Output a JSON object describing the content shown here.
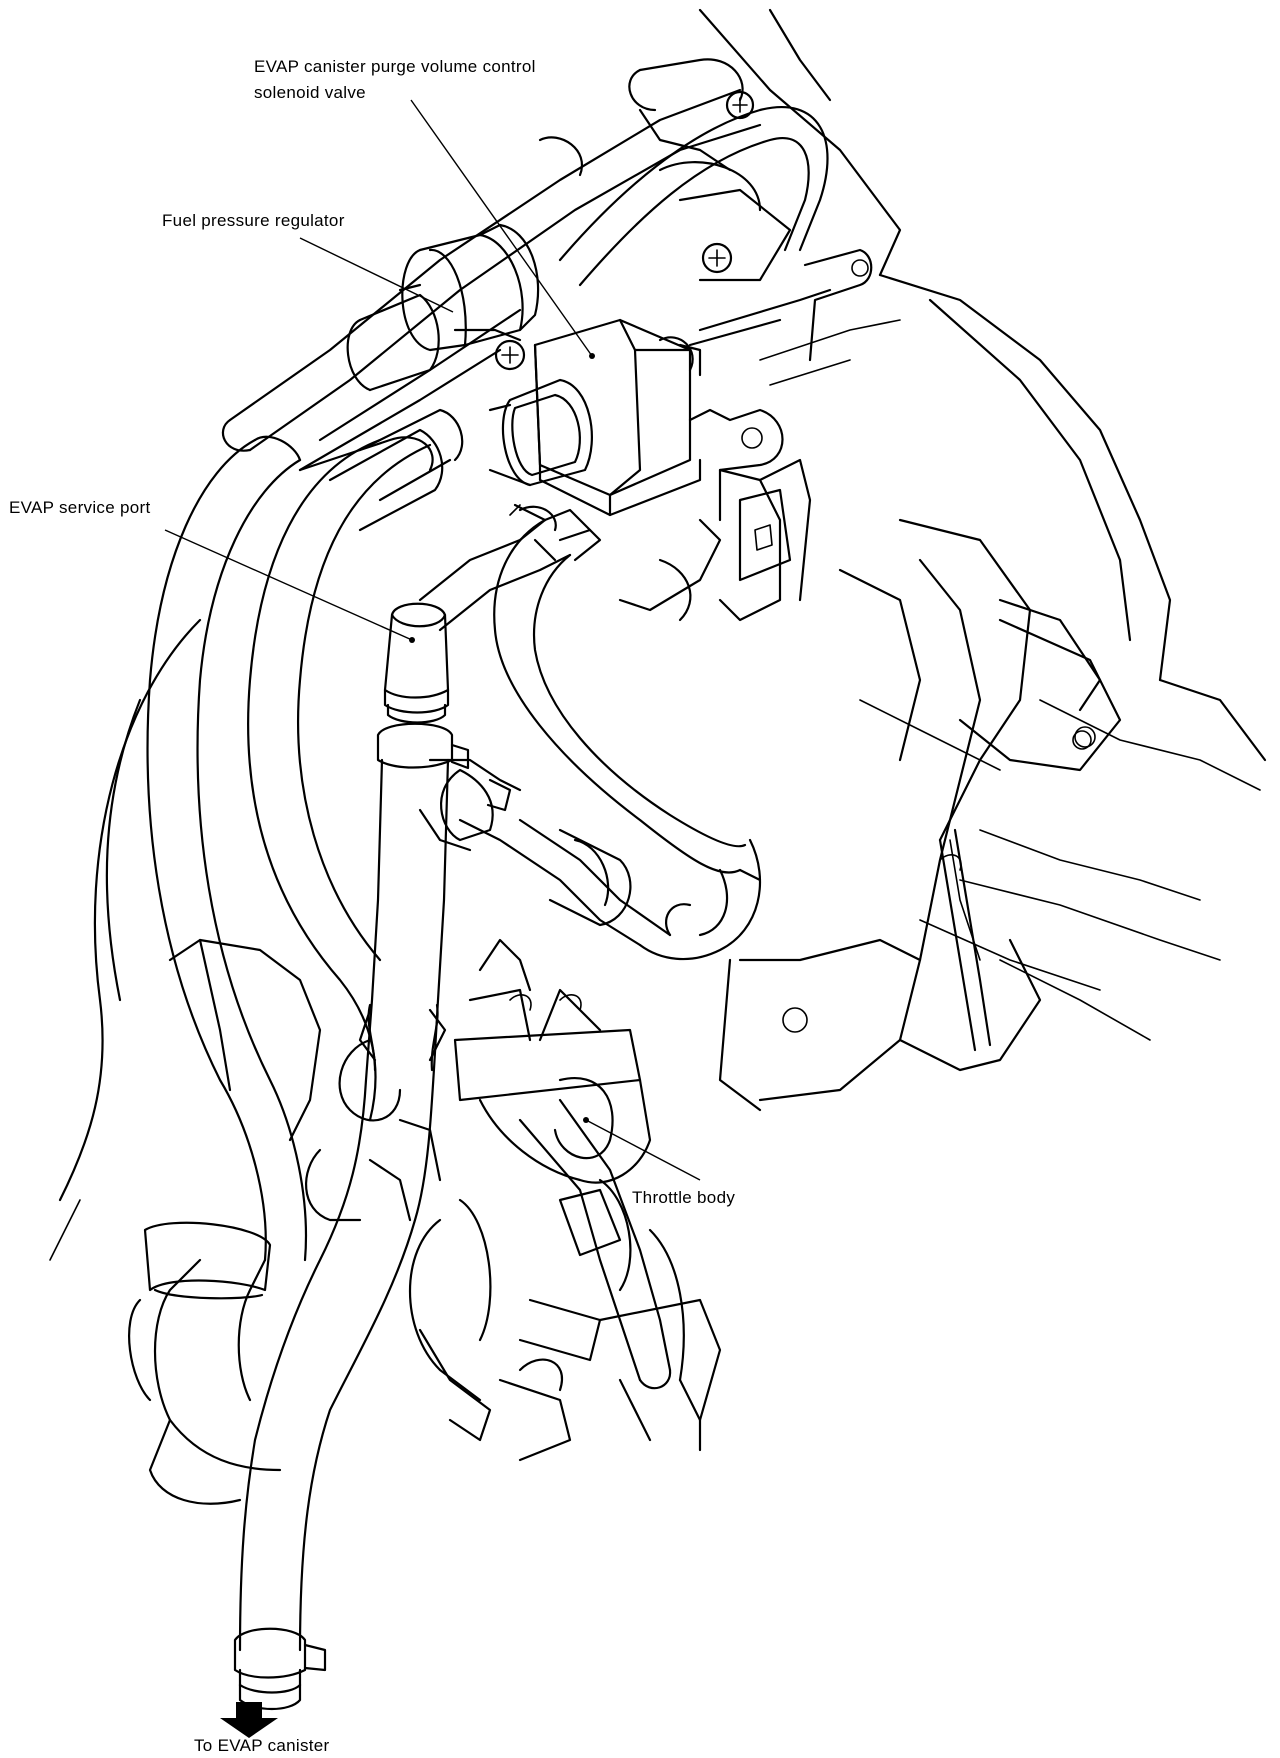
{
  "labels": {
    "purge_valve_line1": "EVAP canister purge volume control",
    "purge_valve_line2": "solenoid valve",
    "fuel_pressure_regulator": "Fuel pressure regulator",
    "service_port": "EVAP service port",
    "throttle_body": "Throttle body",
    "to_canister": "To EVAP canister"
  },
  "colors": {
    "line": "#000000",
    "background": "#ffffff"
  },
  "icons": {
    "flow_direction": "down-arrow-icon"
  }
}
